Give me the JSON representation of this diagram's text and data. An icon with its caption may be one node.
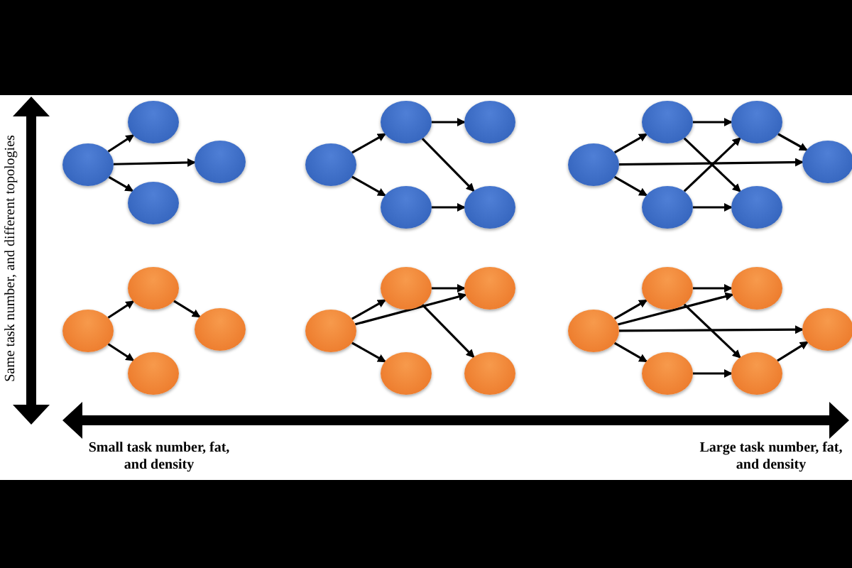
{
  "diagram": {
    "nodes": [
      {
        "text": [],
        "shape": "circle"
      },
      {
        "text": [],
        "shape": "circle"
      },
      {
        "text": [],
        "shape": "circle"
      },
      {
        "text": [],
        "shape": "circle"
      },
      {
        "text": [],
        "shape": "circle"
      },
      {
        "text": [],
        "shape": "circle"
      },
      {
        "text": [],
        "shape": "circle"
      },
      {
        "text": [],
        "shape": "circle"
      },
      {
        "text": [],
        "shape": "circle"
      },
      {
        "text": [],
        "shape": "circle"
      },
      {
        "text": [],
        "shape": "circle"
      },
      {
        "text": [],
        "shape": "circle"
      },
      {
        "text": [],
        "shape": "circle"
      },
      {
        "text": [],
        "shape": "circle"
      },
      {
        "text": [],
        "shape": "circle"
      },
      {
        "text": [],
        "shape": "circle"
      },
      {
        "text": [],
        "shape": "circle"
      },
      {
        "text": [],
        "shape": "circle"
      },
      {
        "text": [],
        "shape": "circle"
      },
      {
        "text": [],
        "shape": "circle"
      },
      {
        "text": [],
        "shape": "circle"
      },
      {
        "text": [],
        "shape": "circle"
      },
      {
        "text": [],
        "shape": "circle"
      },
      {
        "text": [],
        "shape": "circle"
      },
      {
        "text": [],
        "shape": "circle"
      },
      {
        "text": [],
        "shape": "circle"
      },
      {
        "text": [],
        "shape": "circle"
      },
      {
        "text": [],
        "shape": "circle"
      },
      {
        "text": [],
        "shape": "circle"
      },
      {
        "text": [],
        "shape": "circle"
      }
    ],
    "edges": [
      {
        "from": 0,
        "to": 1,
        "arrow": "to"
      },
      {
        "from": 0,
        "to": 2,
        "arrow": "to"
      },
      {
        "from": 0,
        "to": 3,
        "arrow": "to"
      },
      {
        "from": 4,
        "to": 5,
        "arrow": "to"
      },
      {
        "from": 4,
        "to": 7,
        "arrow": "to"
      },
      {
        "from": 5,
        "to": 6,
        "arrow": "to"
      },
      {
        "from": 5,
        "to": 8,
        "arrow": "to"
      },
      {
        "from": 7,
        "to": 8,
        "arrow": "to"
      },
      {
        "from": 9,
        "to": 10,
        "arrow": "to"
      },
      {
        "from": 9,
        "to": 12,
        "arrow": "to"
      },
      {
        "from": 9,
        "to": 14,
        "arrow": "to"
      },
      {
        "from": 10,
        "to": 11,
        "arrow": "to"
      },
      {
        "from": 10,
        "to": 13,
        "arrow": "to"
      },
      {
        "from": 12,
        "to": 11,
        "arrow": "to"
      },
      {
        "from": 12,
        "to": 13,
        "arrow": "to"
      },
      {
        "from": 11,
        "to": 14,
        "arrow": "to"
      },
      {
        "from": 15,
        "to": 16,
        "arrow": "to"
      },
      {
        "from": 16,
        "to": 17,
        "arrow": "to"
      },
      {
        "from": 15,
        "to": 18,
        "arrow": "to"
      },
      {
        "from": 19,
        "to": 20,
        "arrow": "to"
      },
      {
        "from": 19,
        "to": 21,
        "arrow": "to"
      },
      {
        "from": 19,
        "to": 22,
        "arrow": "to"
      },
      {
        "from": 20,
        "to": 21,
        "arrow": "to"
      },
      {
        "from": 20,
        "to": 23,
        "arrow": "to"
      },
      {
        "from": 24,
        "to": 25,
        "arrow": "to"
      },
      {
        "from": 24,
        "to": 26,
        "arrow": "to"
      },
      {
        "from": 24,
        "to": 29,
        "arrow": "to"
      },
      {
        "from": 24,
        "to": 27,
        "arrow": "to"
      },
      {
        "from": 25,
        "to": 26,
        "arrow": "to"
      },
      {
        "from": 25,
        "to": 28,
        "arrow": "to"
      },
      {
        "from": 27,
        "to": 28,
        "arrow": "to"
      },
      {
        "from": 28,
        "to": 29,
        "arrow": "to"
      }
    ],
    "labels": [
      "Same task number, and different topologies",
      "Small task number, fat, and density",
      "Large task number, fat, and density"
    ]
  }
}
